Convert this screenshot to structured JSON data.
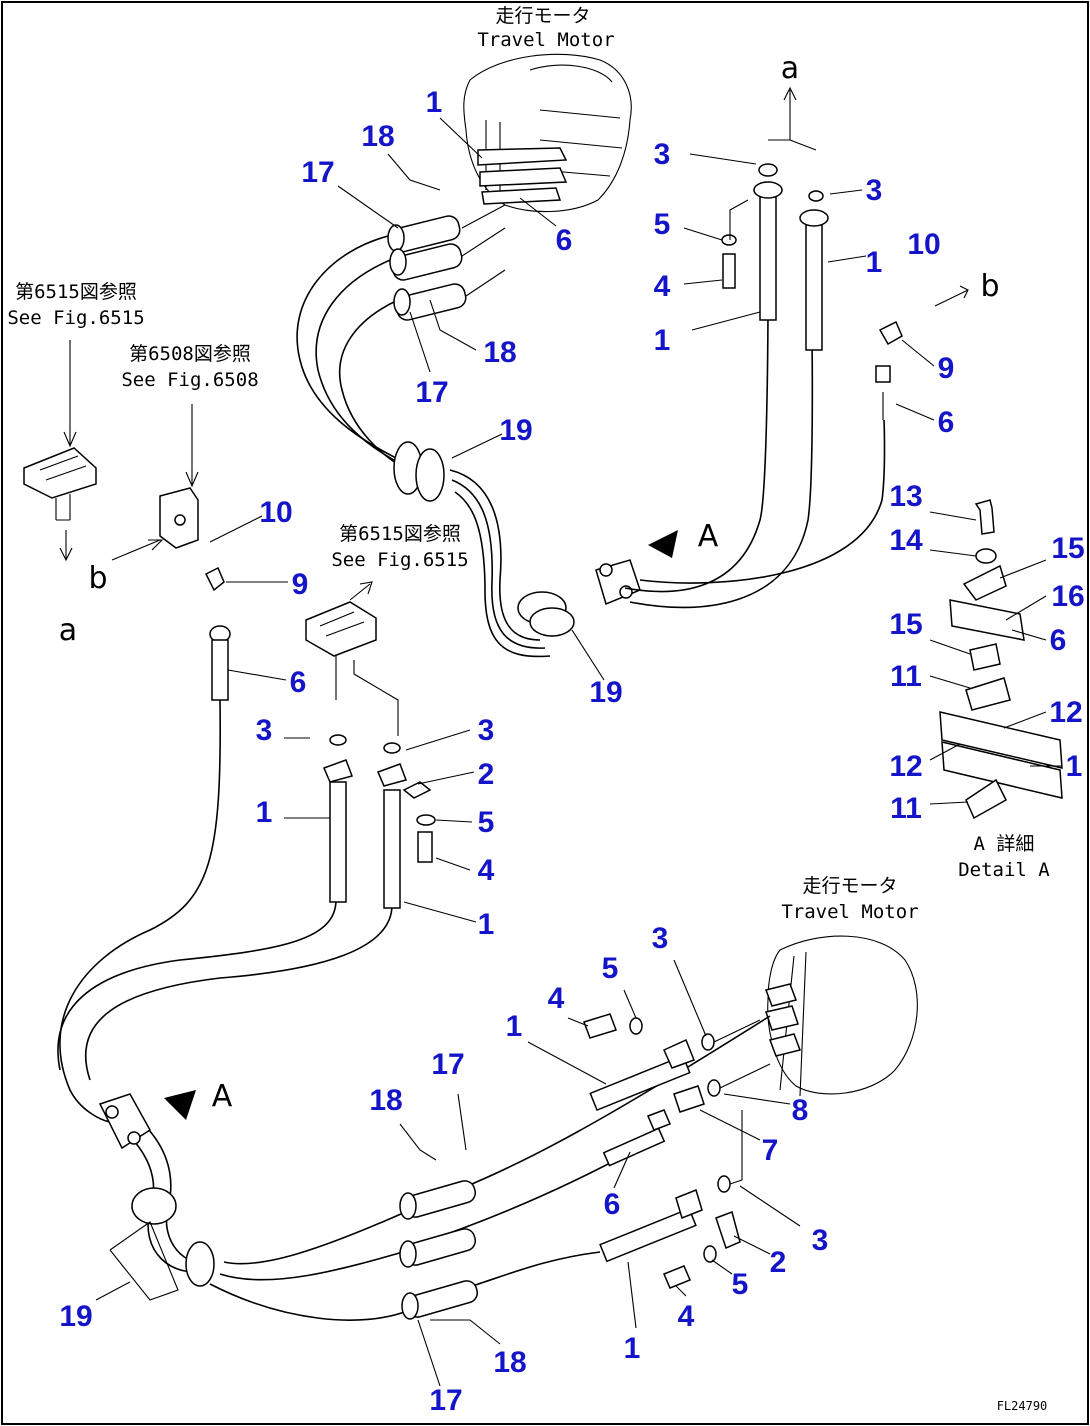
{
  "notes": {
    "travel_motor_top_jp": "走行モータ",
    "travel_motor_top_en": "Travel Motor",
    "travel_motor_bottom_jp": "走行モータ",
    "travel_motor_bottom_en": "Travel Motor",
    "see_fig_6515_left_jp": "第6515図参照",
    "see_fig_6515_left_en": "See Fig.6515",
    "see_fig_6508_jp": "第6508図参照",
    "see_fig_6508_en": "See Fig.6508",
    "see_fig_6515_mid_jp": "第6515図参照",
    "see_fig_6515_mid_en": "See Fig.6515",
    "detail_a_jp": "A 詳細",
    "detail_a_en": "Detail A",
    "figure_code": "FL24790"
  },
  "markers": {
    "a": "a",
    "b": "b",
    "A": "A"
  },
  "callouts": {
    "top": [
      "1",
      "18",
      "17",
      "6",
      "18",
      "17",
      "19",
      "19",
      "3",
      "3",
      "5",
      "4",
      "1",
      "1",
      "10",
      "9",
      "6"
    ],
    "left": [
      "10",
      "9",
      "6",
      "3",
      "3",
      "2",
      "5",
      "4",
      "1",
      "1"
    ],
    "detail": [
      "13",
      "14",
      "15",
      "16",
      "6",
      "15",
      "11",
      "12",
      "12",
      "1",
      "11"
    ],
    "bottom": [
      "3",
      "5",
      "4",
      "1",
      "17",
      "18",
      "8",
      "7",
      "6",
      "3",
      "2",
      "5",
      "4",
      "1",
      "19",
      "18",
      "17"
    ]
  },
  "colors": {
    "callout": "#1414c8",
    "line": "#000000"
  }
}
